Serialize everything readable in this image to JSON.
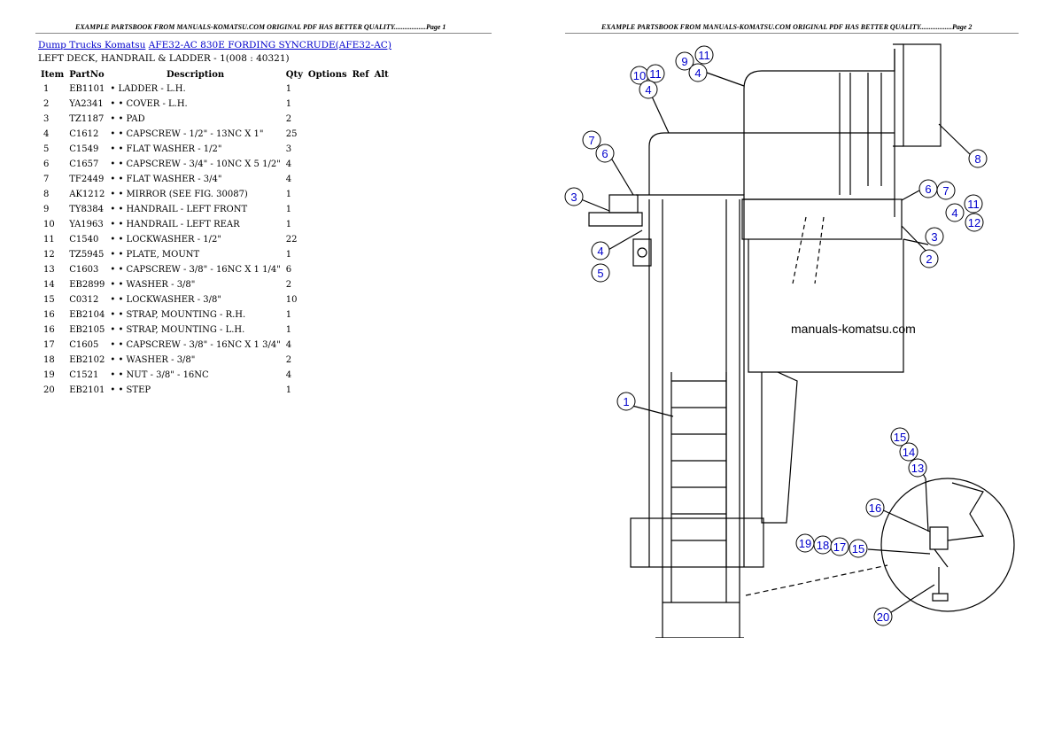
{
  "header": {
    "page1": "EXAMPLE PARTSBOOK FROM MANUALS-KOMATSU.COM ORIGINAL PDF HAS BETTER QUALITY..................Page 1",
    "page2": "EXAMPLE PARTSBOOK FROM MANUALS-KOMATSU.COM ORIGINAL PDF HAS BETTER QUALITY..................Page 2"
  },
  "breadcrumb": {
    "link1": "Dump Trucks Komatsu",
    "link2": "AFE32-AC 830E FORDING SYNCRUDE(AFE32-AC)"
  },
  "section_title": "LEFT DECK, HANDRAIL & LADDER - 1(008 : 40321)",
  "table": {
    "headers": [
      "Item",
      "PartNo",
      "Description",
      "Qty",
      "Options",
      "Ref",
      "Alt"
    ],
    "rows": [
      {
        "item": "1",
        "part": "EB1101",
        "desc": "• LADDER - L.H.",
        "qty": "1"
      },
      {
        "item": "2",
        "part": "YA2341",
        "desc": "• • COVER - L.H.",
        "qty": "1"
      },
      {
        "item": "3",
        "part": "TZ1187",
        "desc": "• • PAD",
        "qty": "2"
      },
      {
        "item": "4",
        "part": "C1612",
        "desc": "• • CAPSCREW - 1/2\" - 13NC X 1\"",
        "qty": "25"
      },
      {
        "item": "5",
        "part": "C1549",
        "desc": "• • FLAT WASHER - 1/2\"",
        "qty": "3"
      },
      {
        "item": "6",
        "part": "C1657",
        "desc": "• • CAPSCREW - 3/4\" - 10NC X 5 1/2\"",
        "qty": "4"
      },
      {
        "item": "7",
        "part": "TF2449",
        "desc": "• • FLAT WASHER - 3/4\"",
        "qty": "4"
      },
      {
        "item": "8",
        "part": "AK1212",
        "desc": "• • MIRROR (SEE FIG. 30087)",
        "qty": "1"
      },
      {
        "item": "9",
        "part": "TY8384",
        "desc": "• • HANDRAIL - LEFT FRONT",
        "qty": "1"
      },
      {
        "item": "10",
        "part": "YA1963",
        "desc": "• • HANDRAIL - LEFT REAR",
        "qty": "1"
      },
      {
        "item": "11",
        "part": "C1540",
        "desc": "• • LOCKWASHER - 1/2\"",
        "qty": "22"
      },
      {
        "item": "12",
        "part": "TZ5945",
        "desc": "• • PLATE, MOUNT",
        "qty": "1"
      },
      {
        "item": "13",
        "part": "C1603",
        "desc": "• • CAPSCREW - 3/8\" - 16NC X 1 1/4\"",
        "qty": "6"
      },
      {
        "item": "14",
        "part": "EB2899",
        "desc": "• • WASHER - 3/8\"",
        "qty": "2"
      },
      {
        "item": "15",
        "part": "C0312",
        "desc": "• • LOCKWASHER - 3/8\"",
        "qty": "10"
      },
      {
        "item": "16",
        "part": "EB2104",
        "desc": "• • STRAP, MOUNTING - R.H.",
        "qty": "1"
      },
      {
        "item": "16",
        "part": "EB2105",
        "desc": "• • STRAP, MOUNTING - L.H.",
        "qty": "1"
      },
      {
        "item": "17",
        "part": "C1605",
        "desc": "• • CAPSCREW - 3/8\" - 16NC X 1 3/4\"",
        "qty": "4"
      },
      {
        "item": "18",
        "part": "EB2102",
        "desc": "• • WASHER - 3/8\"",
        "qty": "2"
      },
      {
        "item": "19",
        "part": "C1521",
        "desc": "• • NUT - 3/8\" - 16NC",
        "qty": "4"
      },
      {
        "item": "20",
        "part": "EB2101",
        "desc": "• • STEP",
        "qty": "1"
      }
    ]
  },
  "drawing": {
    "watermark": "manuals-komatsu.com",
    "callouts": [
      "10",
      "11",
      "4",
      "9",
      "11",
      "4",
      "7",
      "6",
      "3",
      "4",
      "5",
      "6",
      "7",
      "4",
      "11",
      "12",
      "3",
      "2",
      "8",
      "1",
      "15",
      "14",
      "13",
      "16",
      "19",
      "18",
      "17",
      "15",
      "20"
    ]
  }
}
